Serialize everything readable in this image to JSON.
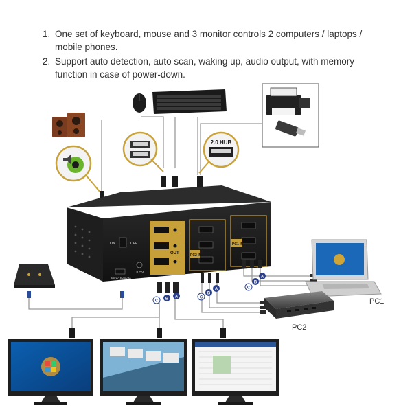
{
  "features": [
    {
      "number": "1.",
      "text": "One set of keyboard, mouse and 3 monitor controls 2 computers / laptops / mobile phones."
    },
    {
      "number": "2.",
      "text": "Support auto detection, auto scan, waking up, audio output, with memory function in case of power-down."
    }
  ],
  "device_labels": {
    "on": "ON",
    "off": "OFF",
    "dc": "DC5V",
    "remote": "Wired Remote",
    "out": "OUT",
    "pc2_in": "PC2 IN",
    "pc1_in": "PC1 IN",
    "hub": "2.0 HUB"
  },
  "cable_markers": {
    "a": "A",
    "b": "B",
    "c": "C"
  },
  "computer_labels": {
    "pc1": "PC1",
    "pc2": "PC2"
  },
  "colors": {
    "accent_gold": "#c8a03a",
    "marker_blue": "#2a3f8a",
    "device_body": "#1c1c1c"
  }
}
